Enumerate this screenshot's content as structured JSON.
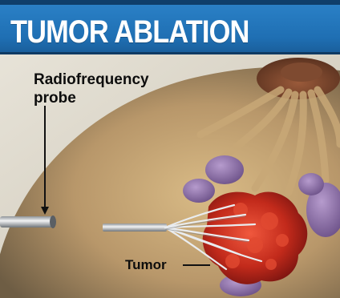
{
  "title": "TUMOR ABLATION",
  "labels": {
    "probe_line1": "Radiofrequency",
    "probe_line2": "probe",
    "tumor": "Tumor"
  },
  "colors": {
    "title_bar": "#1f6fb3",
    "tissue": "#b49564",
    "tumor": "#c22a1b",
    "nodule": "#8a6ea4",
    "probe": "#c9ccd0"
  },
  "icons": [
    "radiofrequency-probe",
    "tumor",
    "nipple",
    "lymph-nodules"
  ]
}
